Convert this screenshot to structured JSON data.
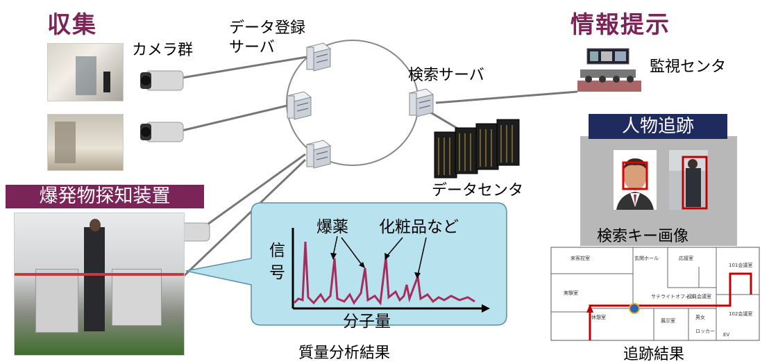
{
  "collect": {
    "title": "収集",
    "camera_group": "カメラ群"
  },
  "servers": {
    "registration_line1": "データ登録",
    "registration_line2": "サーバ",
    "search": "検索サーバ",
    "datacenter": "データセンタ"
  },
  "info": {
    "title": "情報提示",
    "monitor_center": "監視センタ"
  },
  "detector": {
    "title": "爆発物探知装置"
  },
  "spectrum": {
    "ylabel_line1": "信",
    "ylabel_line2": "号",
    "xlabel": "分子量",
    "label_explosive": "爆薬",
    "label_cosmetics": "化粧品など",
    "caption": "質量分析結果"
  },
  "tracking": {
    "title": "人物追跡",
    "search_key": "検索キー画像",
    "result": "追跡結果"
  },
  "floorplan": {
    "rooms": [
      "来客控室",
      "実験室",
      "玄関ホール",
      "応接室",
      "サテライトオフィス",
      "役員会議室",
      "101会議室",
      "102会議室",
      "展示室",
      "休憩室",
      "男女",
      "ロッカー",
      "EV"
    ]
  },
  "colors": {
    "accent": "#7b2458",
    "banner_bg": "#1f2a5e",
    "callout_bg": "#b9e2ef",
    "peak": "#a72c5e",
    "track": "#c00000"
  }
}
